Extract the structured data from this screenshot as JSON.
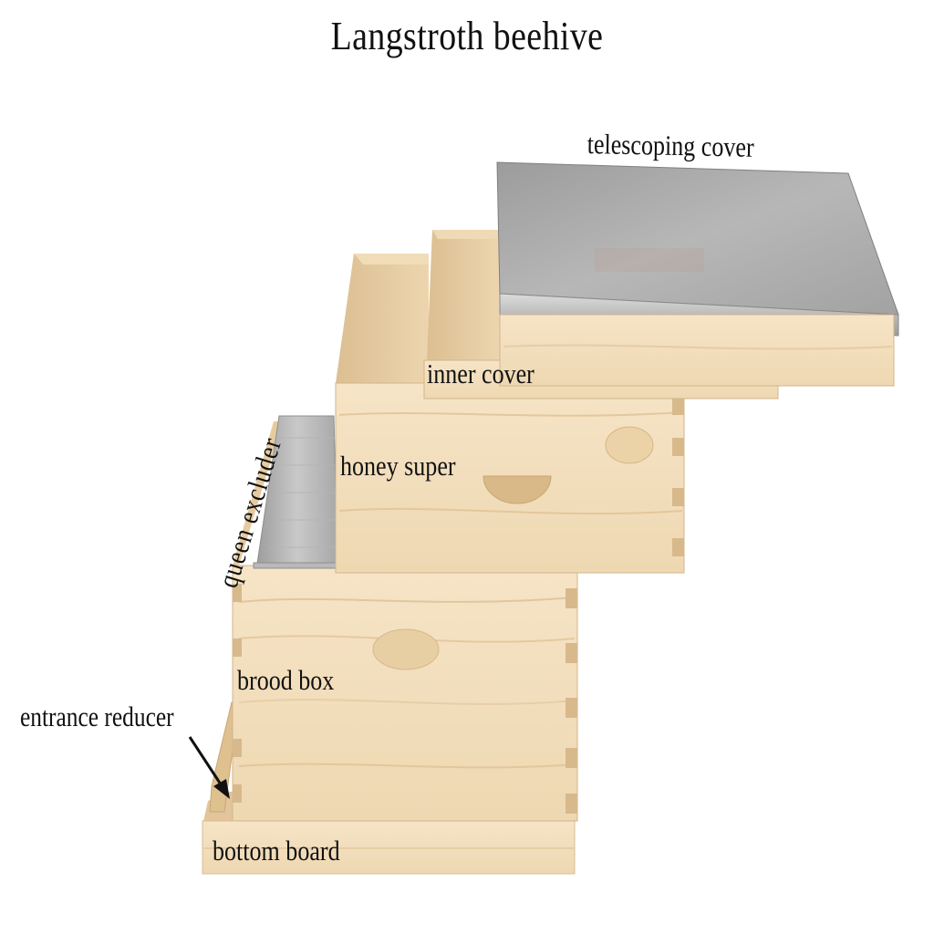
{
  "title": "Langstroth beehive",
  "labels": {
    "telescoping_cover": "telescoping cover",
    "inner_cover": "inner cover",
    "honey_super": "honey super",
    "queen_excluder": "queen excluder",
    "brood_box": "brood box",
    "entrance_reducer": "entrance reducer",
    "bottom_board": "bottom board"
  },
  "colors": {
    "wood_light": "#f3dfbf",
    "wood_mid": "#e9cfa6",
    "wood_dark": "#c9a77a",
    "metal": "#a9a9a9",
    "metal_dark": "#8c8c8c",
    "text": "#111111"
  }
}
